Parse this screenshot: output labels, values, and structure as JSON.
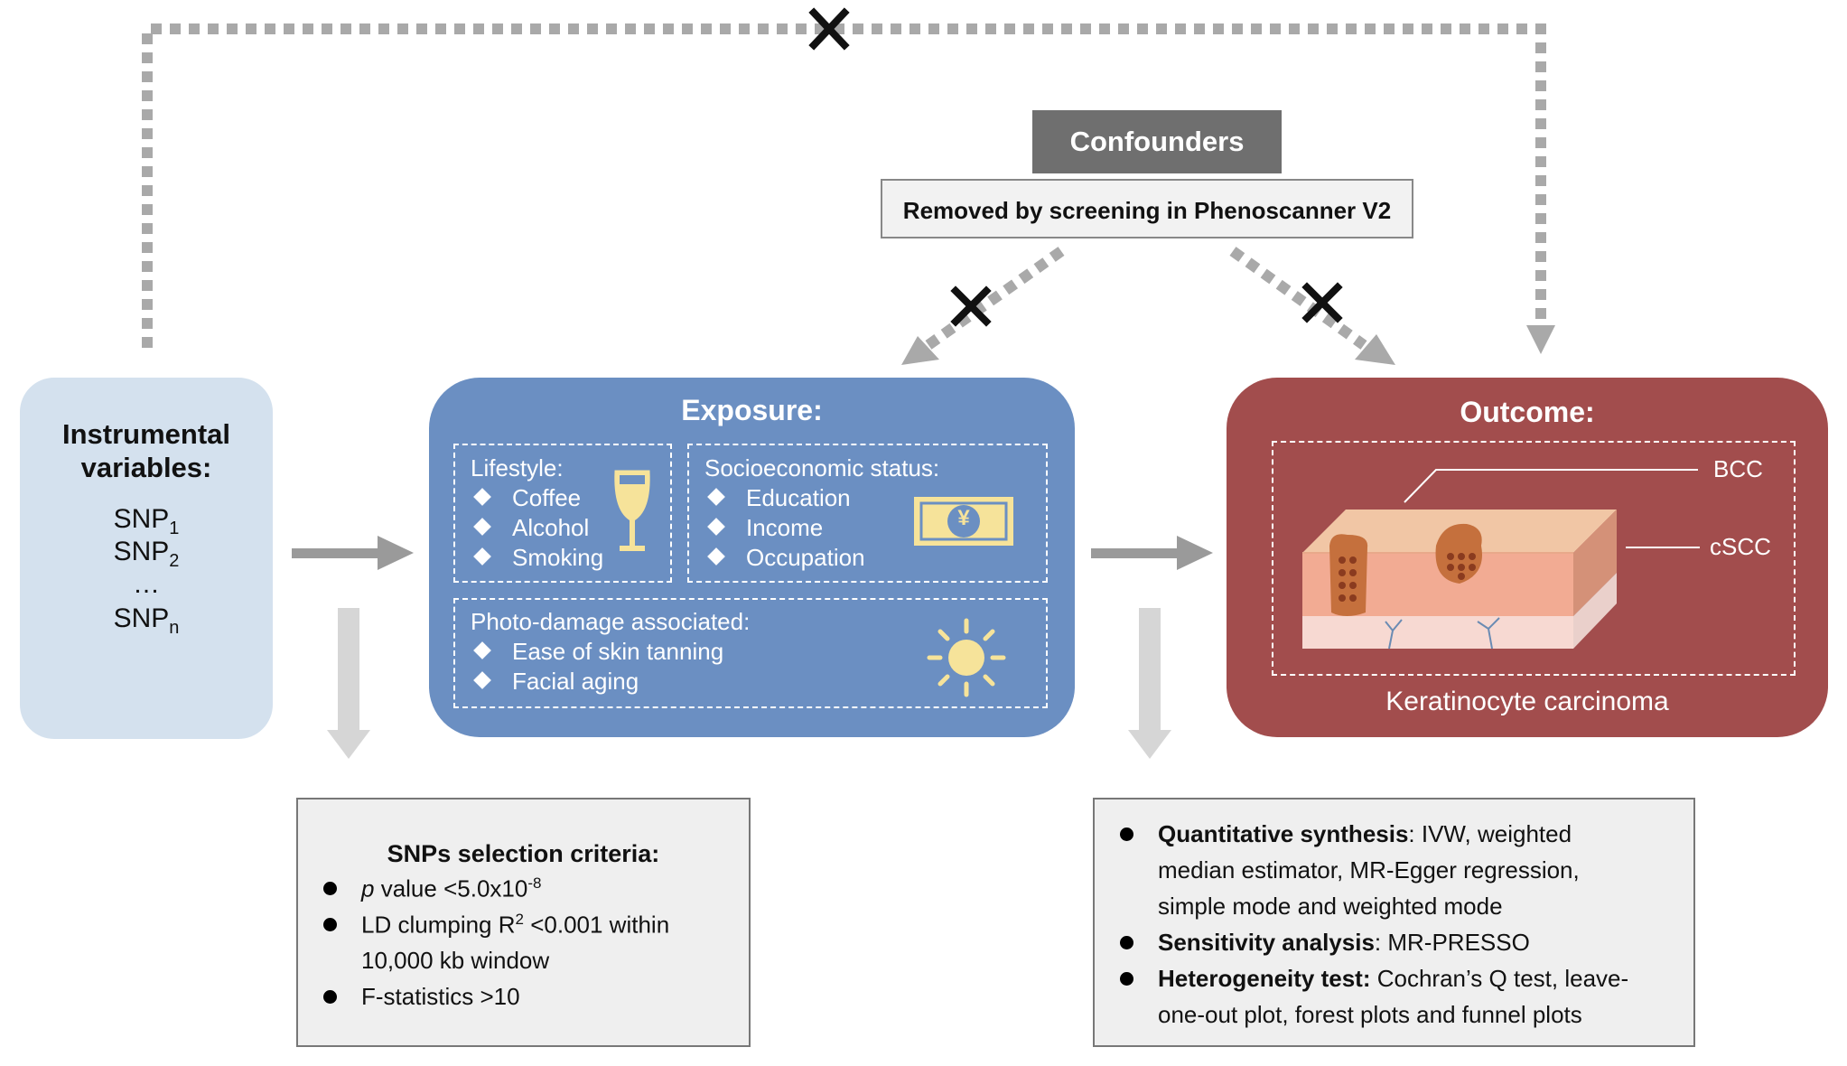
{
  "instrumental": {
    "title_line1": "Instrumental",
    "title_line2": "variables:",
    "snps": [
      {
        "base": "SNP",
        "sub": "1"
      },
      {
        "base": "SNP",
        "sub": "2"
      },
      {
        "base": "…",
        "sub": ""
      },
      {
        "base": "SNP",
        "sub": "n"
      }
    ]
  },
  "exposure": {
    "title": "Exposure:",
    "lifestyle": {
      "heading": "Lifestyle:",
      "items": [
        "Coffee",
        "Alcohol",
        "Smoking"
      ]
    },
    "socioeconomic": {
      "heading": "Socioeconomic status:",
      "items": [
        "Education",
        "Income",
        "Occupation"
      ],
      "currency_symbol": "¥"
    },
    "photo": {
      "heading": "Photo-damage associated:",
      "items": [
        "Ease of skin tanning",
        "Facial aging"
      ]
    }
  },
  "outcome": {
    "title": "Outcome:",
    "labels": {
      "bcc": "BCC",
      "cscc": "cSCC"
    },
    "caption": "Keratinocyte carcinoma"
  },
  "confounders": {
    "heading": "Confounders",
    "note": "Removed by screening in Phenoscanner V2"
  },
  "snp_criteria": {
    "title": "SNPs selection criteria:",
    "p_value": {
      "italic": "p",
      "text": " value <5.0x10",
      "sup": "-8"
    },
    "ld": {
      "text": "LD clumping R",
      "sup": "2",
      "rest": " <0.001 within",
      "line2": "10,000 kb window"
    },
    "f_stat": "F-statistics >10"
  },
  "analysis": {
    "quant": {
      "bold": "Quantitative synthesis",
      "rest": ": IVW, weighted",
      "line2": "median estimator, MR-Egger regression,",
      "line3": "simple mode and weighted mode"
    },
    "sens": {
      "bold": "Sensitivity analysis",
      "rest": ": MR-PRESSO"
    },
    "hetero": {
      "bold": "Heterogeneity test:",
      "rest": " Cochran’s Q test, leave-",
      "line2": "one-out plot, forest plots and funnel plots"
    }
  },
  "colors": {
    "iv_fill": "#d4e1ee",
    "exposure_fill": "#6b8fc2",
    "outcome_fill": "#a24d4d",
    "confounder_fill": "#6f6f6f",
    "arrow_gray": "#9a9a9a",
    "dotted_gray": "#a9a9a9",
    "icon_yellow": "#f6e39a"
  }
}
